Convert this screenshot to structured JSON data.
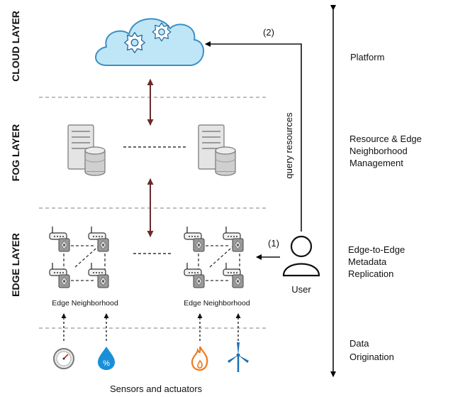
{
  "layers": {
    "cloud": "CLOUD LAYER",
    "fog": "FOG LAYER",
    "edge": "EDGE LAYER"
  },
  "right_column": {
    "platform": "Platform",
    "resource_mgmt": [
      "Resource & Edge",
      "Neighborhood",
      "Management"
    ],
    "replication": [
      "Edge-to-Edge",
      "Metadata",
      "Replication"
    ],
    "origination": [
      "Data",
      "Origination"
    ]
  },
  "user": {
    "label": "User",
    "query_label": "query resources",
    "step1": "(1)",
    "step2": "(2)"
  },
  "edge": {
    "neighborhood_left": "Edge Neighborhood",
    "neighborhood_right": "Edge Neighborhood"
  },
  "sensors": {
    "caption": "Sensors and actuators",
    "icons": [
      "gauge-icon",
      "humidity-drop-icon",
      "flame-icon",
      "wind-turbine-icon"
    ],
    "humidity_symbol": "%"
  },
  "colors": {
    "cloud_fill": "#bfe6f7",
    "cloud_stroke": "#3d8fc4",
    "vertical_arrow": "#6b2a2a",
    "dashed_separator": "#999999",
    "drop_blue": "#1a8fd8",
    "flame_orange": "#f07a1a",
    "turbine_blue": "#1b6fb5"
  }
}
